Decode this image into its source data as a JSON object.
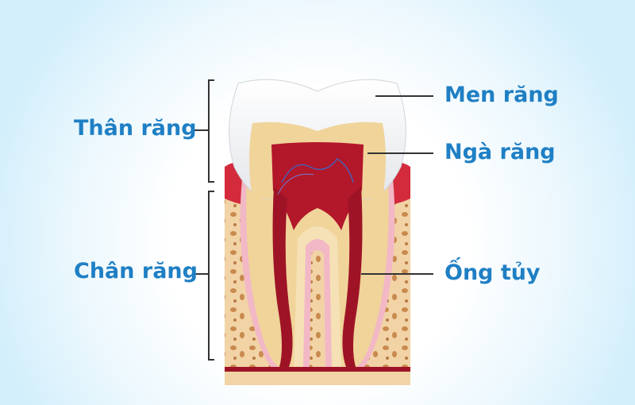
{
  "title": "Tooth anatomy diagram",
  "left_labels": [
    {
      "text": "Thân răng",
      "id": "crown"
    },
    {
      "text": "Chân răng",
      "id": "root"
    }
  ],
  "right_labels": [
    {
      "text": "Men răng",
      "id": "enamel"
    },
    {
      "text": "Ngà răng",
      "id": "dentin"
    },
    {
      "text": "Ống tủy",
      "id": "pulp-canal"
    }
  ],
  "colors": {
    "label_text": "#1f7fc4",
    "enamel": "#f2f4f7",
    "dentin": "#f0d49a",
    "pulp": "#b3172a",
    "gum": "#d32a3c",
    "bone": "#d9a468"
  }
}
